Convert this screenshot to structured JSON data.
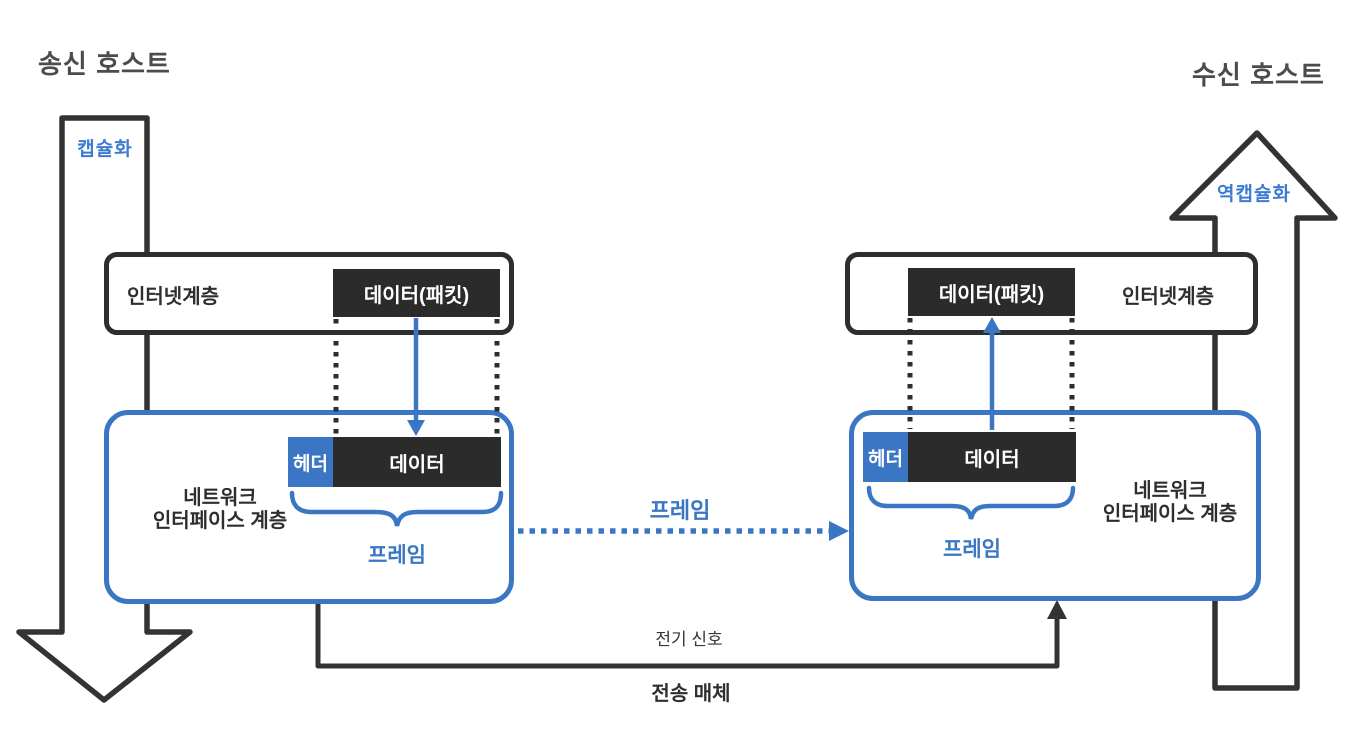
{
  "sender": {
    "title": "송신 호스트",
    "encapsulation_label": "캡슐화",
    "internet_layer": {
      "label": "인터넷계층",
      "packet": "데이터(패킷)"
    },
    "network_layer": {
      "label": "네트워크\n인터페이스 계층",
      "header": "헤더",
      "data": "데이터",
      "frame": "프레임"
    }
  },
  "receiver": {
    "title": "수신 호스트",
    "decapsulation_label": "역캡슐화",
    "internet_layer": {
      "label": "인터넷계층",
      "packet": "데이터(패킷)"
    },
    "network_layer": {
      "label": "네트워크\n인터페이스 계층",
      "header": "헤더",
      "data": "데이터",
      "frame": "프레임"
    }
  },
  "transmission": {
    "frame_label": "프레임",
    "signal_label": "전기 신호",
    "medium_label": "전송 매체"
  },
  "colors": {
    "accent_blue": "#3a76c4",
    "outline_dark": "#333333",
    "box_fill_dark": "#2b2b2b"
  }
}
